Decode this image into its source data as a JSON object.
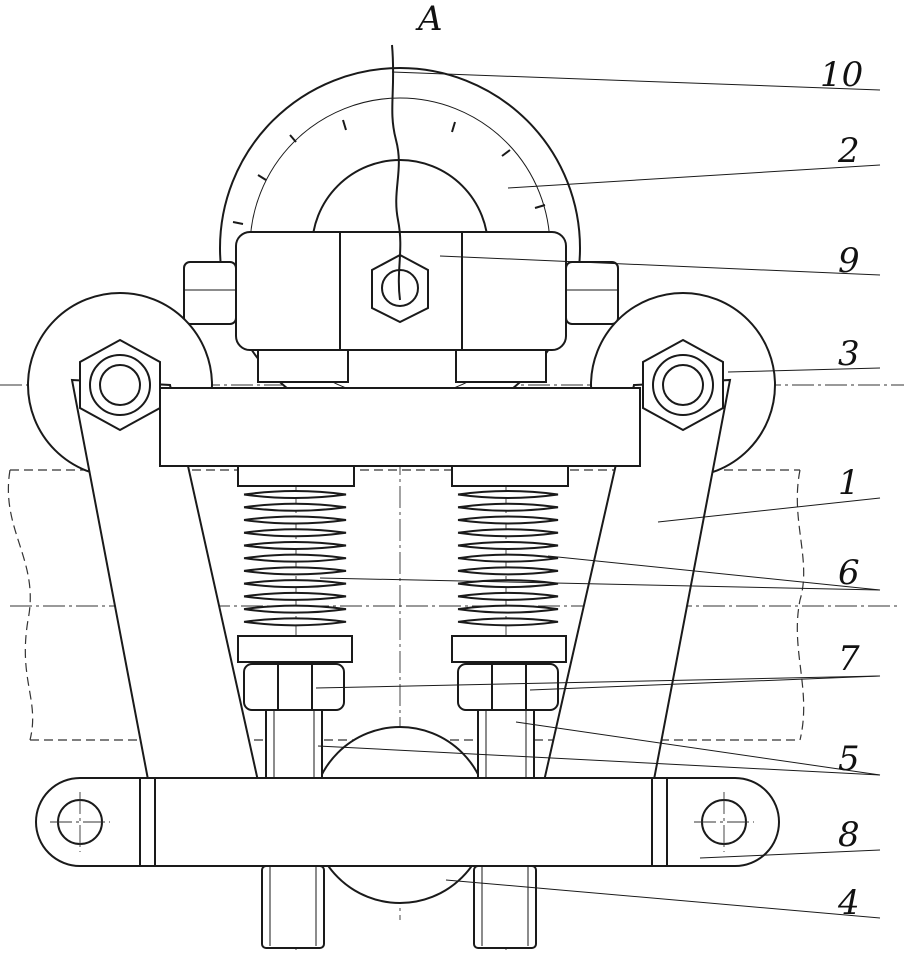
{
  "labels": {
    "section_a": "A",
    "part_10": "10",
    "part_2": "2",
    "part_9": "9",
    "part_3": "3",
    "part_1": "1",
    "part_6": "6",
    "part_7": "7",
    "part_5": "5",
    "part_8": "8",
    "part_4": "4"
  }
}
